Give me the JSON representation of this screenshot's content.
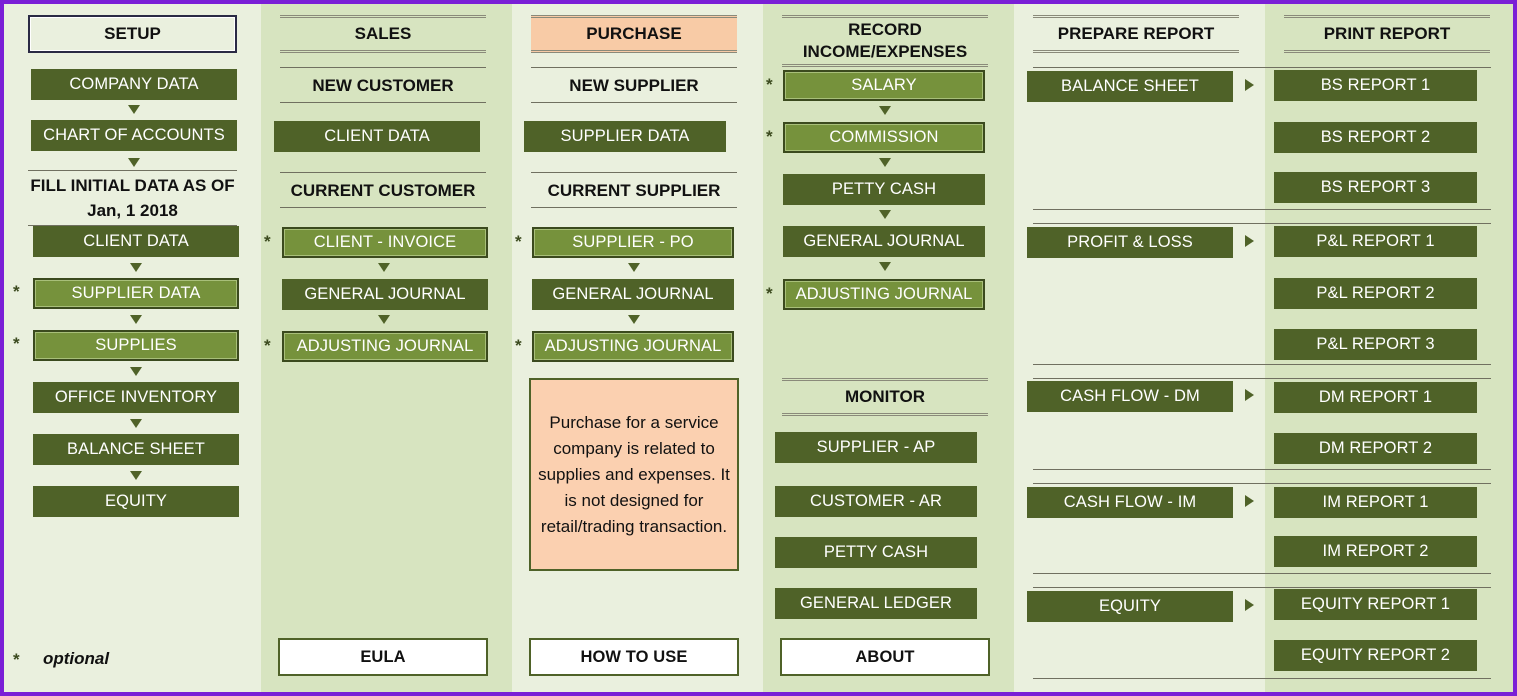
{
  "columns": {
    "setup": {
      "header": "SETUP",
      "buttons": [
        "COMPANY DATA",
        "CHART OF ACCOUNTS"
      ],
      "initial_label": "FILL INITIAL DATA AS OF",
      "initial_date": "Jan, 1 2018",
      "initial_buttons": [
        "CLIENT DATA",
        "SUPPLIER DATA",
        "SUPPLIES",
        "OFFICE INVENTORY",
        "BALANCE SHEET",
        "EQUITY"
      ]
    },
    "sales": {
      "header": "SALES",
      "new_customer": "NEW CUSTOMER",
      "client_data": "CLIENT DATA",
      "current_customer": "CURRENT CUSTOMER",
      "buttons": [
        "CLIENT - INVOICE",
        "GENERAL JOURNAL",
        "ADJUSTING JOURNAL"
      ],
      "eula": "EULA"
    },
    "purchase": {
      "header": "PURCHASE",
      "new_supplier": "NEW SUPPLIER",
      "supplier_data": "SUPPLIER DATA",
      "current_supplier": "CURRENT SUPPLIER",
      "buttons": [
        "SUPPLIER - PO",
        "GENERAL JOURNAL",
        "ADJUSTING JOURNAL"
      ],
      "note": "Purchase for a service company is related to supplies and expenses. It is not designed for retail/trading transaction.",
      "how_to_use": "HOW TO USE"
    },
    "record": {
      "header_line1": "RECORD",
      "header_line2": "INCOME/EXPENSES",
      "buttons": [
        "SALARY",
        "COMMISSION",
        "PETTY CASH",
        "GENERAL JOURNAL",
        "ADJUSTING JOURNAL"
      ],
      "monitor": "MONITOR",
      "monitor_buttons": [
        "SUPPLIER - AP",
        "CUSTOMER - AR",
        "PETTY CASH",
        "GENERAL LEDGER"
      ],
      "about": "ABOUT"
    },
    "prepare": {
      "header": "PREPARE REPORT",
      "buttons": [
        "BALANCE SHEET",
        "PROFIT & LOSS",
        "CASH FLOW - DM",
        "CASH FLOW - IM",
        "EQUITY"
      ]
    },
    "print": {
      "header": "PRINT REPORT",
      "buttons": [
        "BS REPORT 1",
        "BS REPORT 2",
        "BS REPORT 3",
        "P&L REPORT 1",
        "P&L REPORT 2",
        "P&L REPORT 3",
        "DM REPORT 1",
        "DM REPORT 2",
        "IM REPORT 1",
        "IM REPORT 2",
        "EQUITY REPORT 1",
        "EQUITY REPORT 2"
      ]
    }
  },
  "legend": {
    "star": "*",
    "text": "optional"
  },
  "colors": {
    "button_dark": "#4f6228",
    "button_optional": "#76923c",
    "column_light": "#eaf0de",
    "column_dark": "#d7e4c0",
    "purchase_header": "#f8cba6",
    "frame": "#7a1fd6"
  }
}
